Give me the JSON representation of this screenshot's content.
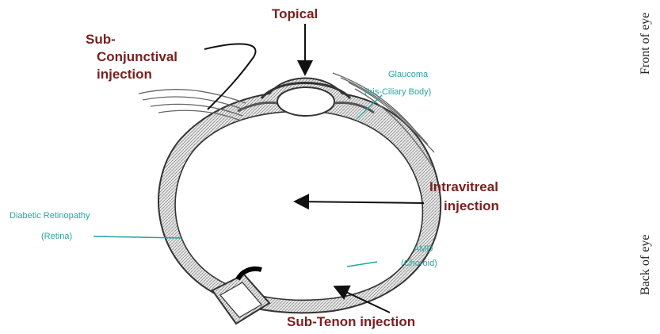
{
  "routes": {
    "topical": "Topical",
    "subconj_1": "Sub-",
    "subconj_2": "Conjunctival",
    "subconj_3": "injection",
    "intravitreal_1": "Intravitreal",
    "intravitreal_2": "injection",
    "subtenon": "Sub-Tenon injection"
  },
  "targets": {
    "glaucoma": "Glaucoma",
    "glaucoma_site": "(Iris-Ciliary Body)",
    "dr": "Diabetic Retinopathy",
    "dr_site": "(Retina)",
    "amd": "AMD",
    "amd_site": "(Choroid)"
  },
  "sides": {
    "front": "Front of eye",
    "back": "Back of eye"
  },
  "colors": {
    "route_text": "#7a1f1f",
    "disease_text": "#2aa3a0",
    "outline": "#333333"
  }
}
